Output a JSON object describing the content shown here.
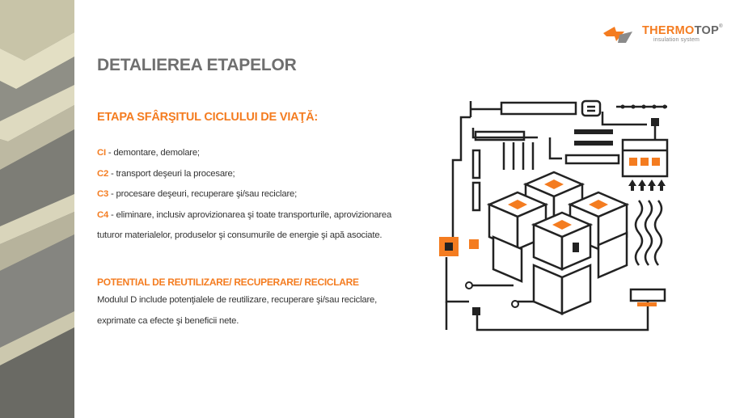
{
  "brand": {
    "name_part1": "THERMO",
    "name_part2": "TOP",
    "trademark": "®",
    "tagline": "insulation system",
    "accent_color": "#f47c20"
  },
  "title": "DETALIEREA ETAPELOR",
  "section": {
    "heading": "ETAPA SFÂRŞITUL CICLULUI DE VIAŢĂ:",
    "items": [
      {
        "code": "CI",
        "text": " - demontare, demolare;"
      },
      {
        "code": "C2",
        "text": " - transport deşeuri la procesare;"
      },
      {
        "code": "C3",
        "text": " - procesare deşeuri, recuperare şi/sau reciclare;"
      },
      {
        "code": "C4",
        "text": " - eliminare, inclusiv aprovizionarea şi toate transporturile, aprovizionarea tuturor materialelor, produselor şi consumurile de energie şi apă asociate."
      }
    ]
  },
  "potential": {
    "heading": "POTENTIAL DE REUTILIZARE/ RECUPERARE/ RECICLARE",
    "text": "Modulul D include potenţialele de reutilizare, recuperare şi/sau reciclare, exprimate ca efecte şi beneficii nete."
  }
}
